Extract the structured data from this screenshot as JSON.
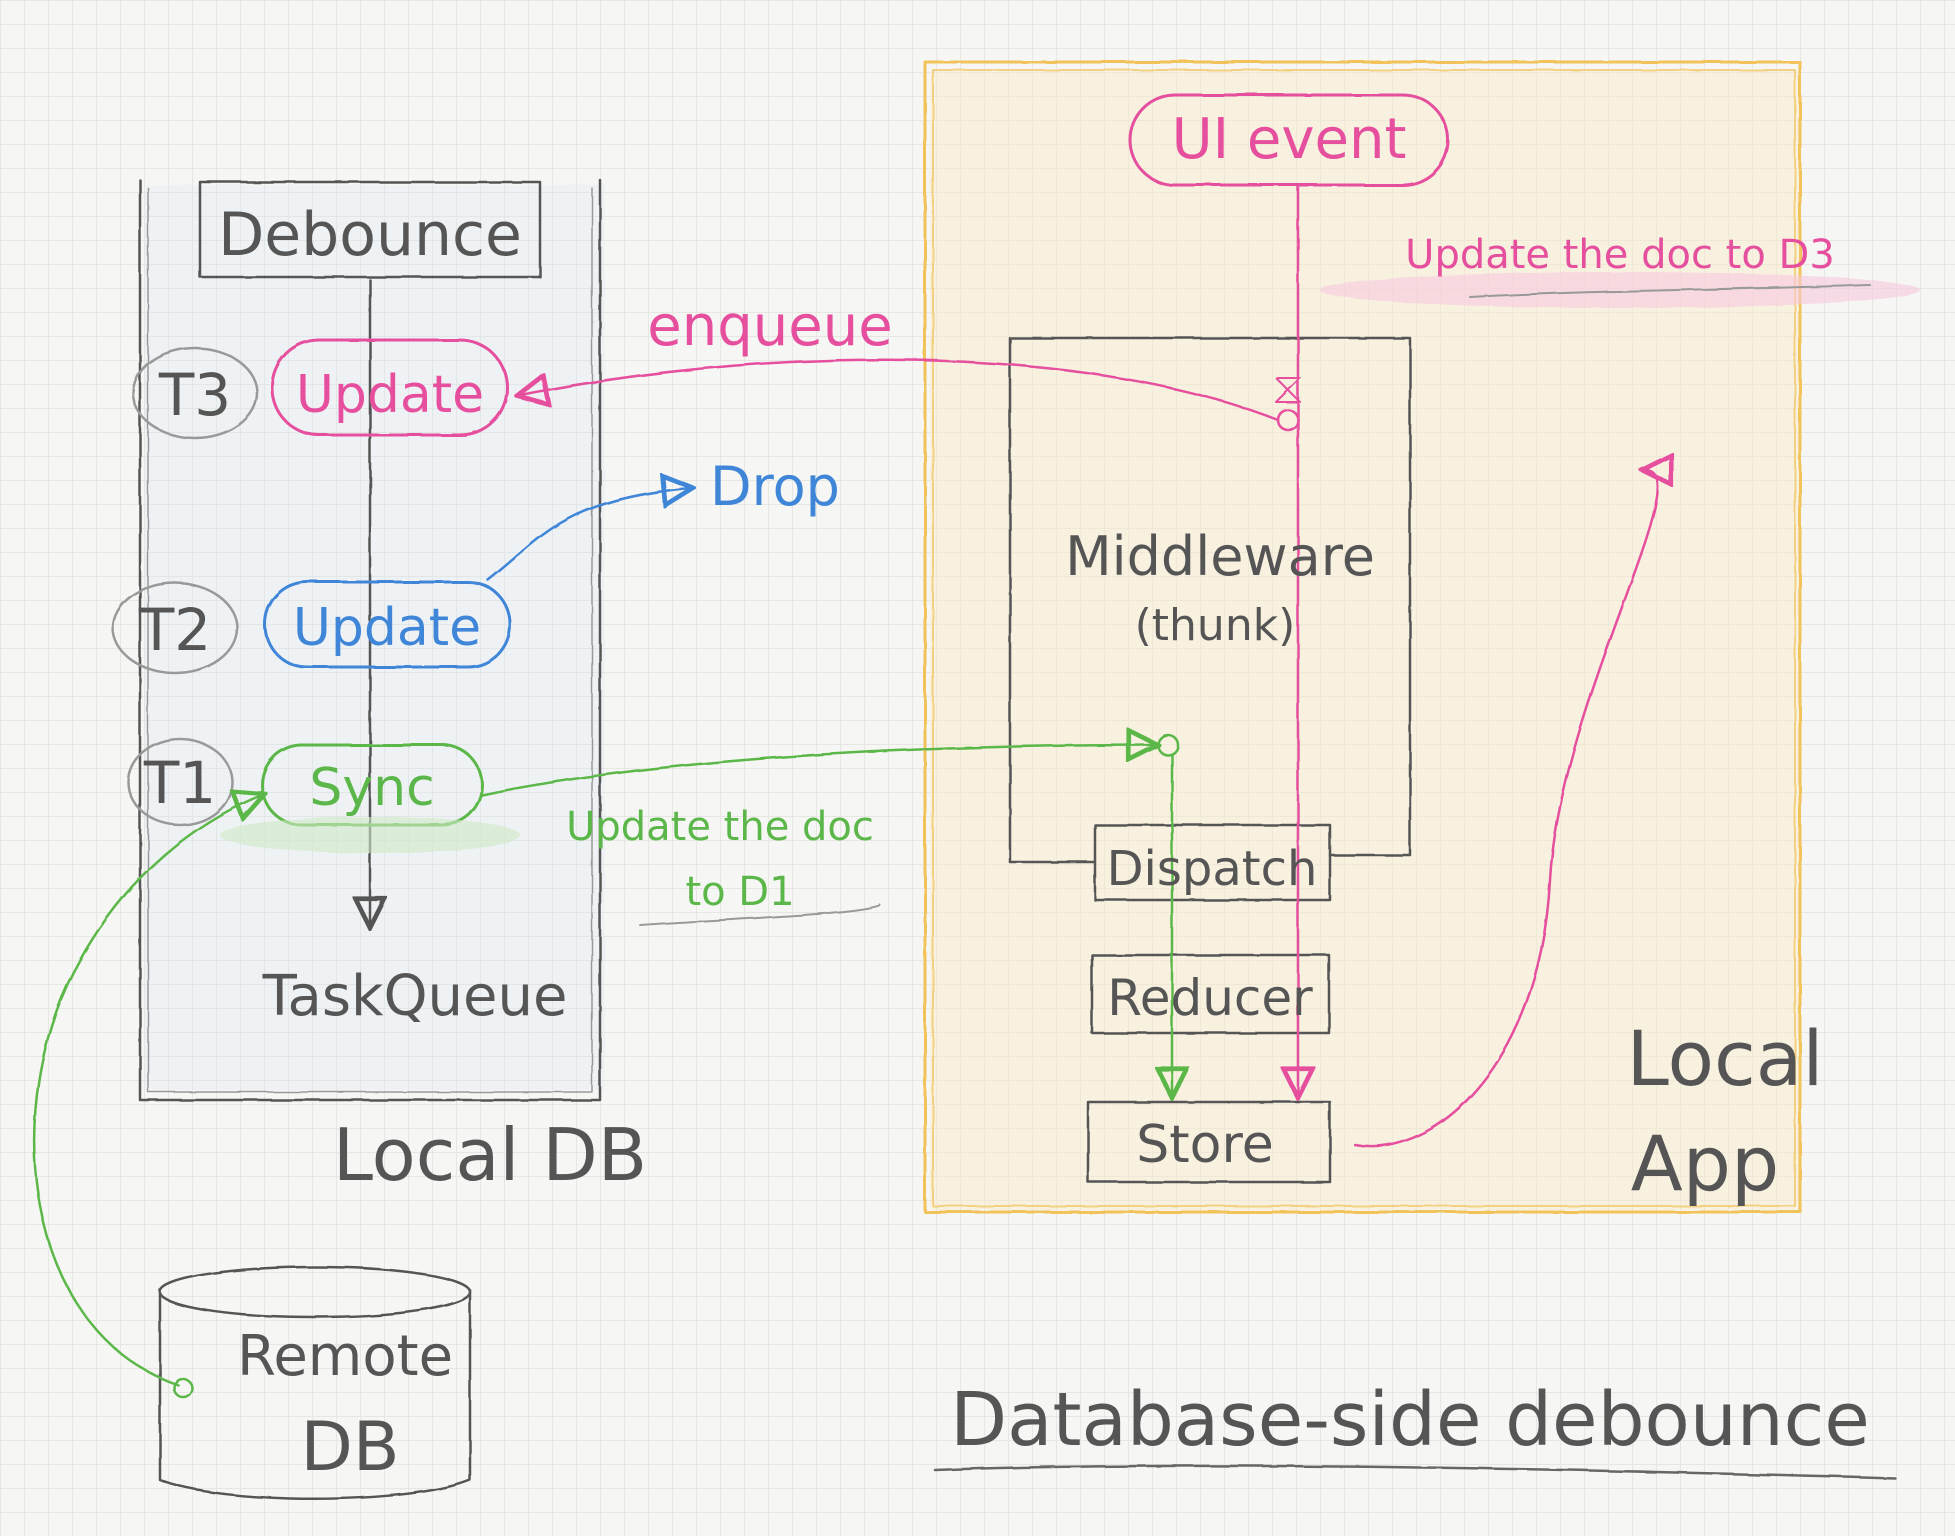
{
  "title": "Database-side debounce",
  "colors": {
    "pencil": "#555555",
    "pink": "#e54f9e",
    "blue": "#3f86d8",
    "green": "#5cb74a",
    "yellow": "#f2c35a",
    "grey": "#8a8a8a"
  },
  "local_db": {
    "label": "Local DB",
    "debounce_label": "Debounce",
    "taskqueue_label": "TaskQueue",
    "tasks": [
      {
        "tag": "T3",
        "label": "Update",
        "color": "pink"
      },
      {
        "tag": "T2",
        "label": "Update",
        "color": "blue"
      },
      {
        "tag": "T1",
        "label": "Sync",
        "color": "green"
      }
    ],
    "drop_label": "Drop"
  },
  "local_app": {
    "label_line1": "Local",
    "label_line2": "App",
    "ui_event_label": "UI event",
    "middleware_line1": "Middleware",
    "middleware_line2": "(thunk)",
    "dispatch_label": "Dispatch",
    "reducer_label": "Reducer",
    "store_label": "Store"
  },
  "annotations": {
    "enqueue": "enqueue",
    "update_d3": "Update the doc to D3",
    "update_d1_line1": "Update the doc",
    "update_d1_line2": "to D1"
  },
  "remote_db": {
    "label_line1": "Remote",
    "label_line2": "DB"
  }
}
